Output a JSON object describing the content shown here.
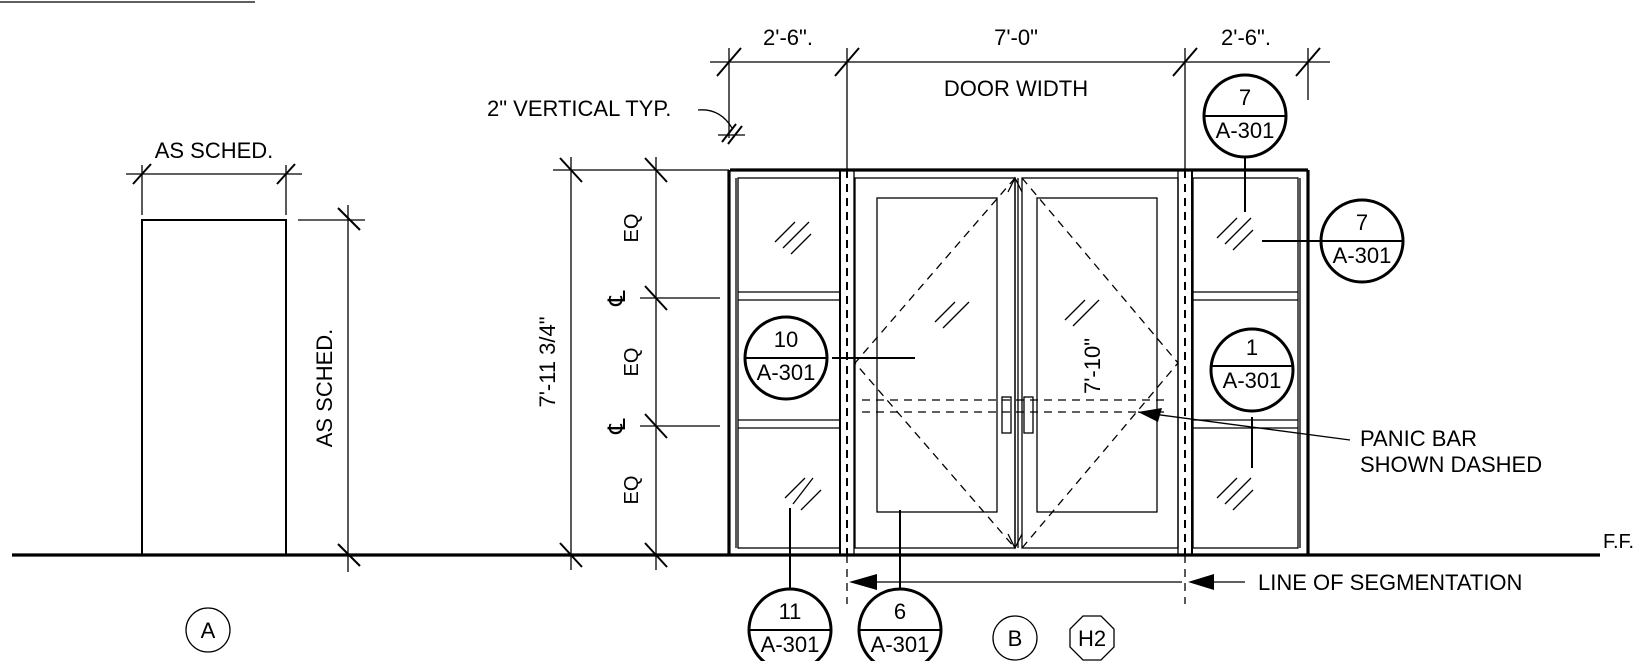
{
  "dimensions": {
    "sidelight_left": "2'-6\".",
    "door_width": "7'-0\"",
    "sidelight_right": "2'-6\".",
    "door_width_label": "DOOR WIDTH",
    "vertical_typ": "2\" VERTICAL TYP.",
    "as_sched_width": "AS SCHED.",
    "as_sched_height": "AS SCHED.",
    "overall_height": "7'-11 3/4\"",
    "eq": "EQ",
    "centerline": "℄",
    "door_height": "7'-10\""
  },
  "notes": {
    "panic_bar_line1": "PANIC BAR",
    "panic_bar_line2": "SHOWN DASHED",
    "line_of_segmentation": "LINE OF SEGMENTATION",
    "finish_floor": "F.F."
  },
  "callouts": [
    {
      "num": "7",
      "sheet": "A-301"
    },
    {
      "num": "7",
      "sheet": "A-301"
    },
    {
      "num": "10",
      "sheet": "A-301"
    },
    {
      "num": "1",
      "sheet": "A-301"
    },
    {
      "num": "11",
      "sheet": "A-301"
    },
    {
      "num": "6",
      "sheet": "A-301"
    }
  ],
  "elevation_tags": {
    "a": "A",
    "b": "B",
    "hardware": "H2"
  }
}
